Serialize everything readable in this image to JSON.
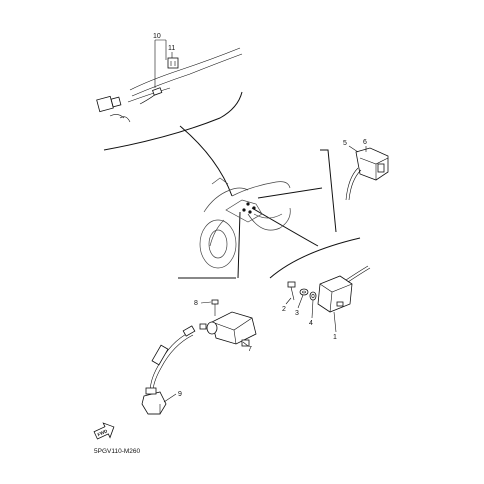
{
  "callouts": {
    "c10": "10",
    "c11": "11",
    "c5": "5",
    "c6": "6",
    "c8": "8",
    "c2": "2",
    "c3": "3",
    "c4": "4",
    "c1": "1",
    "c7": "7",
    "c9": "9"
  },
  "fwd_label": "FWD",
  "diagram_code": "5PGV110-M260"
}
